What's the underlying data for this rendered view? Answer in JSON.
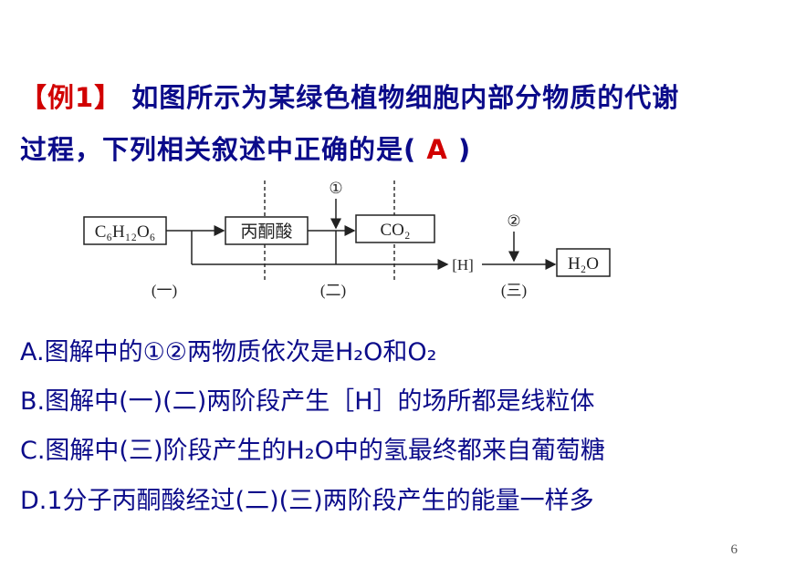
{
  "question": {
    "tag": "【例1】",
    "line1": "如图所示为某绿色植物细胞内部分物质的代谢",
    "line2_prefix": "过程，下列相关叙述中正确的是(",
    "answer": "A",
    "line2_suffix": ")"
  },
  "diagram": {
    "boxes": {
      "glucose": "C₆H₁₂O₆",
      "pyruvate": "丙酮酸",
      "co2": "CO₂",
      "water": "H₂O"
    },
    "inputs": {
      "one": "①",
      "two": "②"
    },
    "h_label": "[H]",
    "stages": {
      "s1": "(一)",
      "s2": "(二)",
      "s3": "(三)"
    }
  },
  "options": {
    "a": "A.图解中的①②两物质依次是H₂O和O₂",
    "b": "B.图解中(一)(二)两阶段产生［H］的场所都是线粒体",
    "c": "C.图解中(三)阶段产生的H₂O中的氢最终都来自葡萄糖",
    "d": "D.1分子丙酮酸经过(二)(三)两阶段产生的能量一样多"
  },
  "page_number": "6"
}
